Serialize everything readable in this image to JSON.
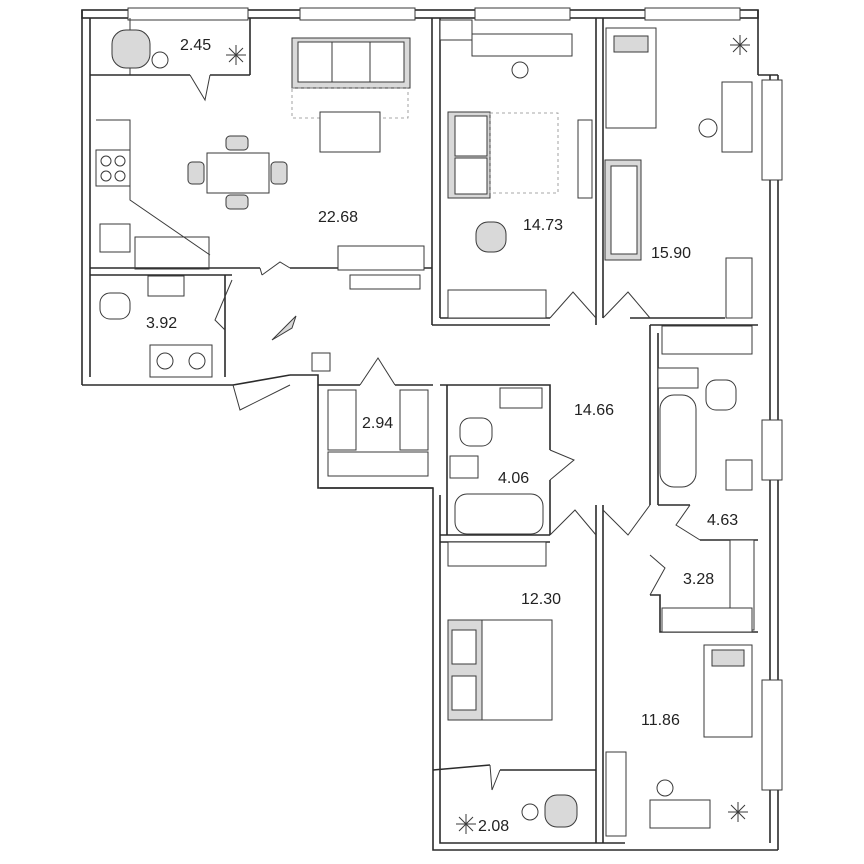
{
  "rooms": [
    {
      "id": "balcony-top",
      "area": "2.45"
    },
    {
      "id": "living-kitchen",
      "area": "22.68"
    },
    {
      "id": "bedroom-center",
      "area": "14.73"
    },
    {
      "id": "bedroom-right",
      "area": "15.90"
    },
    {
      "id": "bathroom-left",
      "area": "3.92"
    },
    {
      "id": "storage",
      "area": "2.94"
    },
    {
      "id": "hall",
      "area": "14.66"
    },
    {
      "id": "bathroom-center",
      "area": "4.06"
    },
    {
      "id": "bathroom-right",
      "area": "4.63"
    },
    {
      "id": "closet",
      "area": "3.28"
    },
    {
      "id": "bedroom-bottom",
      "area": "12.30"
    },
    {
      "id": "kids-room",
      "area": "11.86"
    },
    {
      "id": "balcony-bottom",
      "area": "2.08"
    }
  ],
  "colors": {
    "wall": "#2b2b2b",
    "accent_fill": "#d9d9d9"
  }
}
